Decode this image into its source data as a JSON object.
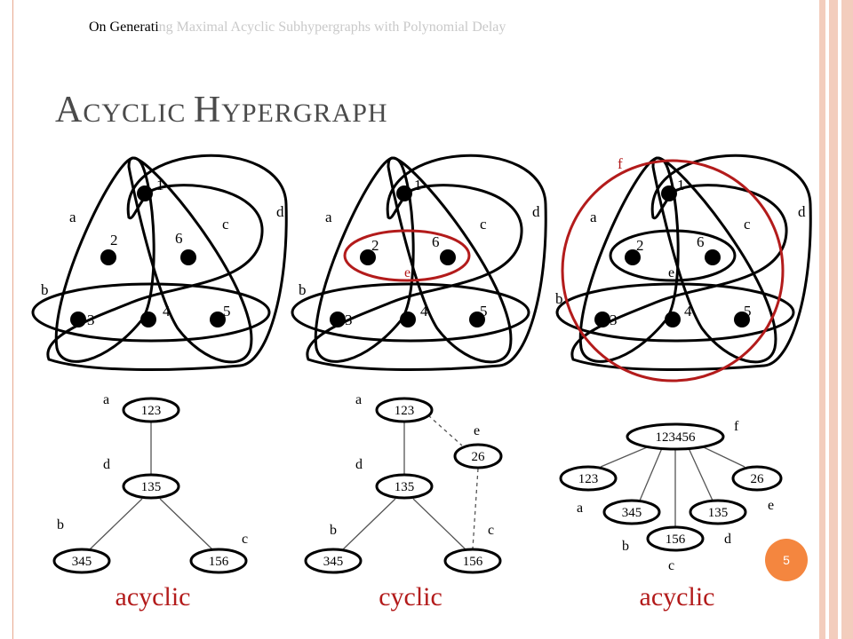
{
  "header": {
    "title_dark": "On Generati",
    "title_light": "ng Maximal Acyclic Subhypergraphs with Polynomial Delay"
  },
  "slide_title": {
    "cap1": "A",
    "rest1": "CYCLIC ",
    "cap2": "H",
    "rest2": "YPERGRAPH"
  },
  "page_number": "5",
  "colors": {
    "highlight": "#b31b1b",
    "accent": "#f4863f",
    "stripe": "#f3cdbd"
  },
  "hypergraph_labels": {
    "vertices": [
      "1",
      "2",
      "6",
      "3",
      "4",
      "5"
    ],
    "edges": [
      "a",
      "b",
      "c",
      "d",
      "e",
      "f"
    ]
  },
  "trees": {
    "left": {
      "nodes": [
        "123",
        "135",
        "345",
        "156"
      ],
      "edge_labels": [
        "a",
        "d",
        "b",
        "c"
      ],
      "caption": "acyclic"
    },
    "middle": {
      "nodes": [
        "123",
        "26",
        "135",
        "345",
        "156"
      ],
      "edge_labels": [
        "a",
        "e",
        "d",
        "b",
        "c"
      ],
      "caption": "cyclic"
    },
    "right": {
      "nodes": [
        "123456",
        "123",
        "26",
        "345",
        "135",
        "156"
      ],
      "edge_labels": [
        "f",
        "a",
        "e",
        "b",
        "d",
        "c"
      ],
      "caption": "acyclic"
    }
  }
}
